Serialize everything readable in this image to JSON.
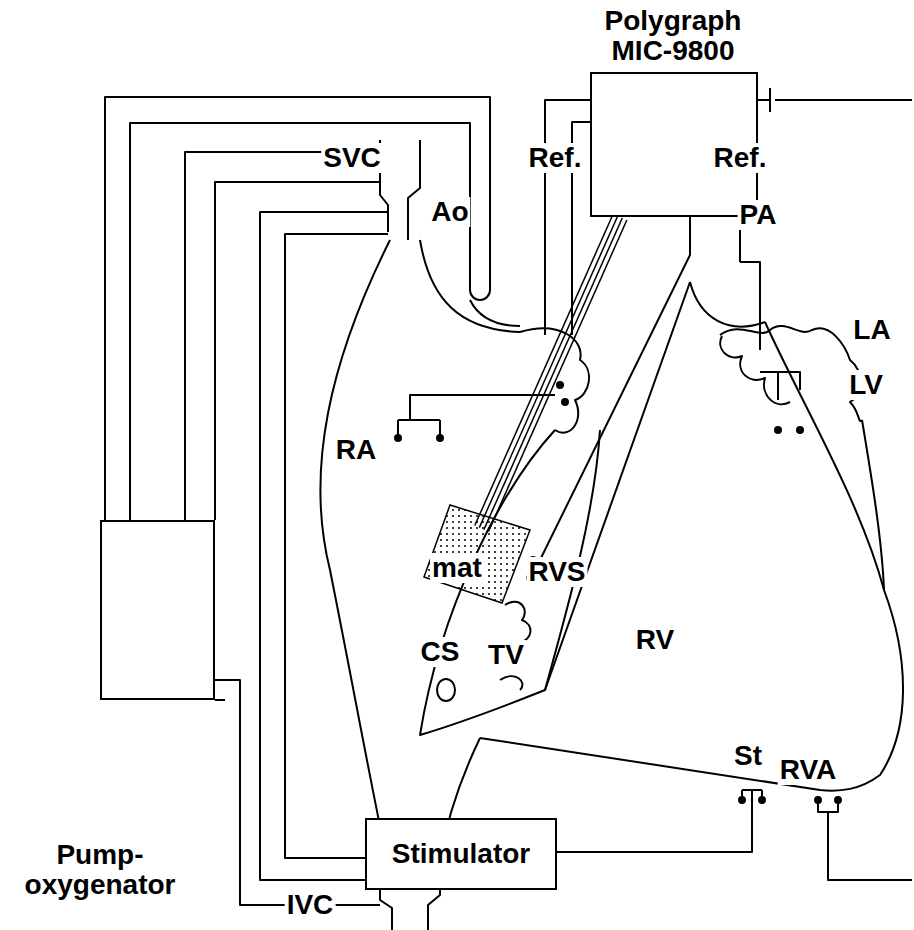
{
  "diagram": {
    "nodes": [
      {
        "text": [
          "Polygraph MIC-9800"
        ]
      },
      {
        "text": [
          "Pump- oxygenator"
        ]
      },
      {
        "text": [
          "mat"
        ]
      },
      {
        "text": [
          "Stimulator"
        ]
      }
    ],
    "edges": [
      {
        "from": 0,
        "to": 2,
        "arrow": "none"
      }
    ],
    "labels": [
      "SVC",
      "Ao",
      "Ref.",
      "Ref.",
      "PA",
      "LA",
      "LV",
      "RA",
      "RVS",
      "CS",
      "TV",
      "RV",
      "St",
      "RVA",
      "IVC"
    ]
  }
}
